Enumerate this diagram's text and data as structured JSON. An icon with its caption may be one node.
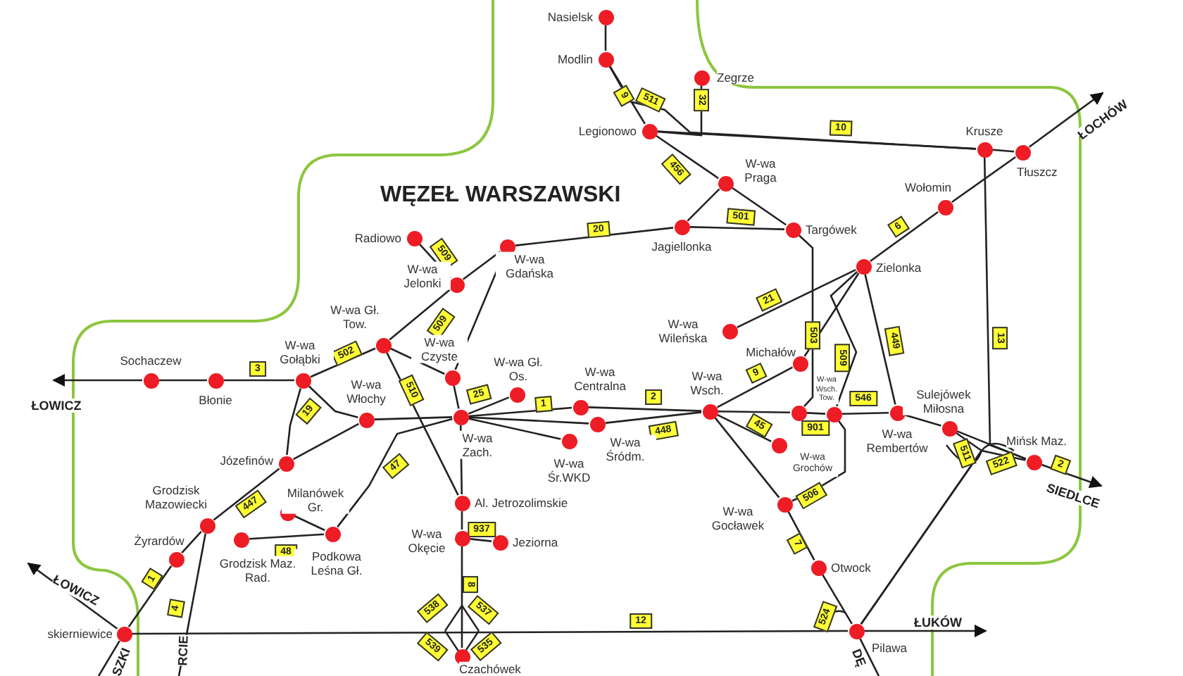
{
  "diagram": {
    "title": "WĘZEŁ WARSZAWSKI",
    "nodes": [
      {
        "text": [
          "Nasielsk"
        ]
      },
      {
        "text": [
          "Modlin"
        ]
      },
      {
        "text": [
          "Zegrze"
        ]
      },
      {
        "text": [
          "Legionowo"
        ]
      },
      {
        "text": [
          "W-wa Praga"
        ]
      },
      {
        "text": [
          "Jagiellonka"
        ]
      },
      {
        "text": [
          "Targówek"
        ]
      },
      {
        "text": [
          "Krusze"
        ]
      },
      {
        "text": [
          "Tłuszcz"
        ]
      },
      {
        "text": [
          "Wołomin"
        ]
      },
      {
        "text": [
          "Zielonka"
        ]
      },
      {
        "text": [
          "Radiowo"
        ]
      },
      {
        "text": [
          "W-wa Jelonki"
        ]
      },
      {
        "text": [
          "W-wa Gdańska"
        ]
      },
      {
        "text": [
          "W-wa Gł. Tow."
        ]
      },
      {
        "text": [
          "W-wa Czyste"
        ]
      },
      {
        "text": [
          "W-wa Gł. Os."
        ]
      },
      {
        "text": [
          "Sochaczew"
        ]
      },
      {
        "text": [
          "Błonie"
        ]
      },
      {
        "text": [
          "W-wa Gołąbki"
        ]
      },
      {
        "text": [
          "W-wa Włochy"
        ]
      },
      {
        "text": [
          "W-wa Zach."
        ]
      },
      {
        "text": [
          "W-wa Centralna"
        ]
      },
      {
        "text": [
          "W-wa Śr.WKD"
        ]
      },
      {
        "text": [
          "W-wa Śródm."
        ]
      },
      {
        "text": [
          "W-wa Wileńska"
        ]
      },
      {
        "text": [
          "Michałów"
        ]
      },
      {
        "text": [
          "W-wa Wsch."
        ]
      },
      {
        "text": [
          "W-wa Wsch. Tow."
        ]
      },
      {
        "text": [],
        "shape": "circle"
      },
      {
        "text": [
          "W-wa Rembertów"
        ]
      },
      {
        "text": [
          "W-wa Grochów"
        ]
      },
      {
        "text": [
          "Sulejówek Miłosna"
        ]
      },
      {
        "text": [
          "Mińsk Maz."
        ]
      },
      {
        "text": [
          "W-wa Gocławek"
        ]
      },
      {
        "text": [
          "Otwock"
        ]
      },
      {
        "text": [
          "Pilawa"
        ]
      },
      {
        "text": [
          "Józefinów"
        ]
      },
      {
        "text": [
          "Grodzisk Mazowiecki"
        ]
      },
      {
        "text": [
          "Milanówek Gr."
        ]
      },
      {
        "text": [
          "Podkowa Leśna Gł."
        ]
      },
      {
        "text": [
          "Grodzisk Maz. Rad."
        ]
      },
      {
        "text": [
          "Żyrardów"
        ]
      },
      {
        "text": [
          "skierniewice"
        ]
      },
      {
        "text": [
          "Al. Jetrozolimskie"
        ]
      },
      {
        "text": [
          "W-wa Okęcie"
        ]
      },
      {
        "text": [
          "Jeziorna"
        ]
      },
      {
        "text": [
          "Czachówek"
        ]
      },
      {
        "text": [
          "ŁOWICZ"
        ]
      },
      {
        "text": [
          "ŁOWICZ"
        ]
      },
      {
        "text": [
          "SIEDLCE"
        ]
      },
      {
        "text": [
          "ŁUKÓW"
        ]
      },
      {
        "text": [
          "ŁOCHÓW"
        ]
      },
      {
        "text": [
          "SZKI"
        ]
      },
      {
        "text": [
          "RCIE"
        ]
      },
      {
        "text": [
          "DĘ"
        ]
      }
    ],
    "edges": [
      {
        "from": 0,
        "to": 1,
        "arrow": "none"
      },
      {
        "from": 1,
        "to": 3,
        "arrow": "none",
        "label": "9"
      },
      {
        "from": 3,
        "to": 7,
        "arrow": "none",
        "label": "10"
      },
      {
        "from": 2,
        "to": 3,
        "arrow": "none",
        "label": "32"
      },
      {
        "from": 3,
        "to": 4,
        "arrow": "none",
        "label": "456"
      },
      {
        "from": 4,
        "to": 6,
        "arrow": "none"
      },
      {
        "from": 4,
        "to": 5,
        "arrow": "none"
      },
      {
        "from": 5,
        "to": 6,
        "arrow": "none",
        "label": "501"
      },
      {
        "from": 13,
        "to": 5,
        "arrow": "none",
        "label": "20"
      },
      {
        "from": 7,
        "to": 8,
        "arrow": "none"
      },
      {
        "from": 8,
        "to": 52,
        "arrow": "to"
      },
      {
        "from": 9,
        "to": 8,
        "arrow": "none"
      },
      {
        "from": 10,
        "to": 9,
        "arrow": "none",
        "label": "6"
      },
      {
        "from": 27,
        "to": 26,
        "arrow": "none",
        "label": "9"
      },
      {
        "from": 26,
        "to": 10,
        "arrow": "none"
      },
      {
        "from": 25,
        "to": 10,
        "arrow": "none",
        "label": "21"
      },
      {
        "from": 6,
        "to": 28,
        "arrow": "none",
        "label": "503"
      },
      {
        "from": 10,
        "to": 29,
        "arrow": "none",
        "label": "509"
      },
      {
        "from": 10,
        "to": 30,
        "arrow": "none",
        "label": "449"
      },
      {
        "from": 7,
        "to": 33,
        "arrow": "none",
        "label": "13"
      },
      {
        "from": 27,
        "to": 28,
        "arrow": "none"
      },
      {
        "from": 28,
        "to": 29,
        "arrow": "none",
        "label": "901"
      },
      {
        "from": 29,
        "to": 30,
        "arrow": "none",
        "label": "546"
      },
      {
        "from": 30,
        "to": 32,
        "arrow": "none"
      },
      {
        "from": 32,
        "to": 33,
        "arrow": "none"
      },
      {
        "from": 33,
        "to": 50,
        "arrow": "to",
        "label": "2"
      },
      {
        "from": 27,
        "to": 31,
        "arrow": "none",
        "label": "45"
      },
      {
        "from": 27,
        "to": 34,
        "arrow": "none"
      },
      {
        "from": 34,
        "to": 35,
        "arrow": "none",
        "label": "7"
      },
      {
        "from": 35,
        "to": 36,
        "arrow": "none"
      },
      {
        "from": 29,
        "to": 34,
        "arrow": "none",
        "label": "506"
      },
      {
        "from": 36,
        "to": 33,
        "arrow": "none",
        "label": "522"
      },
      {
        "from": 36,
        "to": 32,
        "arrow": "none",
        "label": "511"
      },
      {
        "from": 43,
        "to": 36,
        "arrow": "none",
        "label": "12"
      },
      {
        "from": 36,
        "to": 51,
        "arrow": "to"
      },
      {
        "from": 17,
        "to": 48,
        "arrow": "to"
      },
      {
        "from": 17,
        "to": 18,
        "arrow": "none"
      },
      {
        "from": 18,
        "to": 19,
        "arrow": "none",
        "label": "3"
      },
      {
        "from": 19,
        "to": 14,
        "arrow": "none",
        "label": "502"
      },
      {
        "from": 11,
        "to": 12,
        "arrow": "none",
        "label": "509"
      },
      {
        "from": 12,
        "to": 14,
        "arrow": "none",
        "label": "509"
      },
      {
        "from": 12,
        "to": 13,
        "arrow": "none"
      },
      {
        "from": 13,
        "to": 15,
        "arrow": "none"
      },
      {
        "from": 14,
        "to": 15,
        "arrow": "none"
      },
      {
        "from": 15,
        "to": 21,
        "arrow": "none"
      },
      {
        "from": 14,
        "to": 44,
        "arrow": "none",
        "label": "510"
      },
      {
        "from": 19,
        "to": 37,
        "arrow": "none",
        "label": "19"
      },
      {
        "from": 19,
        "to": 20,
        "arrow": "none"
      },
      {
        "from": 20,
        "to": 21,
        "arrow": "none"
      },
      {
        "from": 20,
        "to": 37,
        "arrow": "none"
      },
      {
        "from": 37,
        "to": 38,
        "arrow": "none",
        "label": "447"
      },
      {
        "from": 38,
        "to": 42,
        "arrow": "none"
      },
      {
        "from": 42,
        "to": 43,
        "arrow": "none",
        "label": "1"
      },
      {
        "from": 43,
        "to": 49,
        "arrow": "to"
      },
      {
        "from": 38,
        "to": 54,
        "arrow": "none",
        "label": "4"
      },
      {
        "from": 43,
        "to": 53,
        "arrow": "none"
      },
      {
        "from": 39,
        "to": 40,
        "arrow": "none"
      },
      {
        "from": 41,
        "to": 40,
        "arrow": "none",
        "label": "48"
      },
      {
        "from": 40,
        "to": 21,
        "arrow": "none",
        "label": "47"
      },
      {
        "from": 16,
        "to": 21,
        "arrow": "none",
        "label": "25"
      },
      {
        "from": 21,
        "to": 22,
        "arrow": "none",
        "label": "1"
      },
      {
        "from": 22,
        "to": 27,
        "arrow": "none",
        "label": "2"
      },
      {
        "from": 21,
        "to": 23,
        "arrow": "none"
      },
      {
        "from": 21,
        "to": 24,
        "arrow": "none"
      },
      {
        "from": 24,
        "to": 27,
        "arrow": "none",
        "label": "448"
      },
      {
        "from": 21,
        "to": 44,
        "arrow": "none"
      },
      {
        "from": 44,
        "to": 45,
        "arrow": "none"
      },
      {
        "from": 45,
        "to": 46,
        "arrow": "none",
        "label": "937"
      },
      {
        "from": 45,
        "to": 47,
        "arrow": "none",
        "label": "8"
      },
      {
        "from": 36,
        "to": 55,
        "arrow": "none"
      },
      {
        "from": 1,
        "to": 7,
        "arrow": "none",
        "label": "511"
      }
    ],
    "labels": [
      "524",
      "538",
      "537",
      "539",
      "535"
    ]
  }
}
